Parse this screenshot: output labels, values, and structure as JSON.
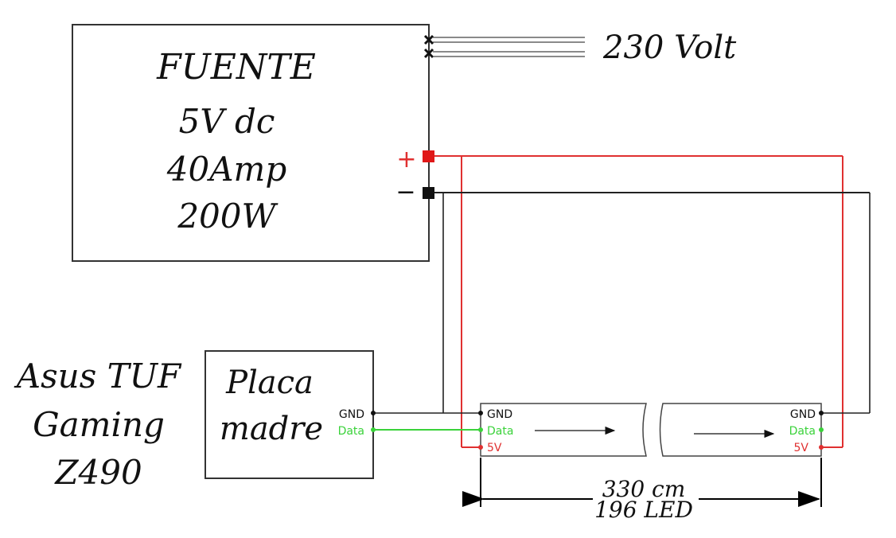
{
  "power_supply": {
    "title": "FUENTE",
    "voltage": "5V dc",
    "current": "40Amp",
    "power": "200W",
    "plus_sign": "+",
    "minus_sign": "−",
    "input_label": "230 Volt"
  },
  "motherboard": {
    "name_line1": "Asus TUF",
    "name_line2": "Gaming",
    "name_line3": "Z490",
    "box_line1": "Placa",
    "box_line2": "madre",
    "pin_gnd": "GND",
    "pin_data": "Data"
  },
  "led_strip": {
    "left_gnd": "GND",
    "left_data": "Data",
    "left_5v": "5V",
    "right_gnd": "GND",
    "right_data": "Data",
    "right_5v": "5V",
    "length_label": "330 cm",
    "count_label": "196 LED"
  },
  "colors": {
    "positive_wire": "#e03030",
    "ground_wire": "#222222",
    "data_wire": "#3ad23a",
    "outline": "#333333"
  }
}
